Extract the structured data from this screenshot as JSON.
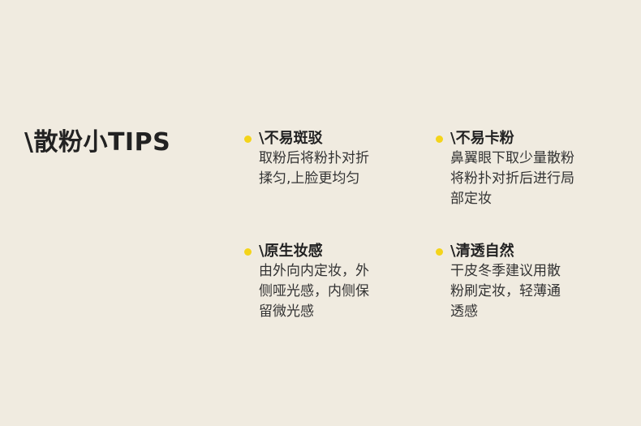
{
  "title": "\\散粉小TIPS",
  "tips": [
    {
      "heading": "\\不易斑驳",
      "lines": [
        "取粉后将粉扑对折",
        "揉匀,上脸更均匀"
      ]
    },
    {
      "heading": "\\不易卡粉",
      "lines": [
        "鼻翼眼下取少量散粉",
        "将粉扑对折后进行局",
        "部定妆"
      ]
    },
    {
      "heading": "\\原生妆感",
      "lines": [
        "由外向内定妆，外",
        "侧哑光感，内侧保",
        "留微光感"
      ]
    },
    {
      "heading": "\\清透自然",
      "lines": [
        "干皮冬季建议用散",
        "粉刷定妆，轻薄通",
        "透感"
      ]
    }
  ],
  "colors": {
    "background": "#f0ebe0",
    "bullet": "#f4d41a",
    "text": "#222222"
  }
}
